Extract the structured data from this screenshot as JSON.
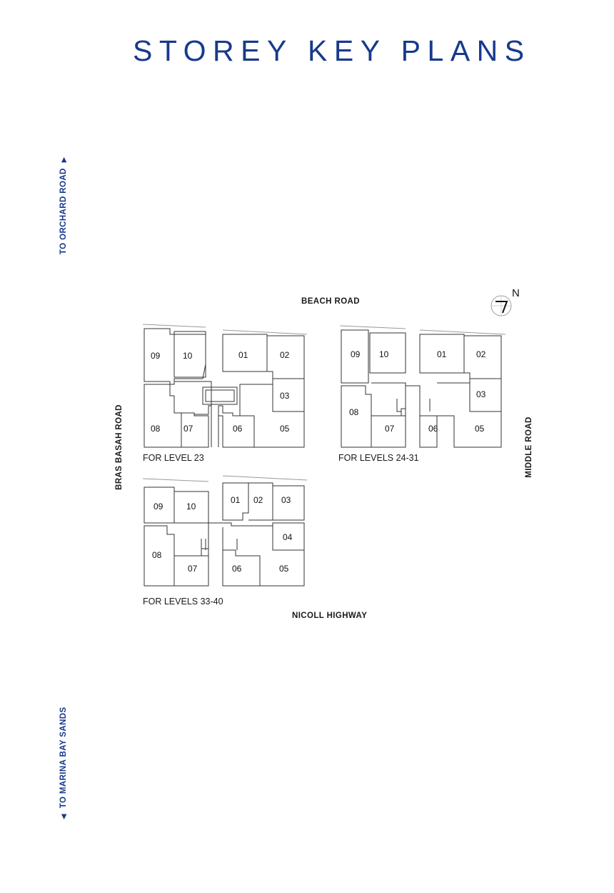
{
  "title": "STOREY KEY PLANS",
  "directions": {
    "top": "TO ORCHARD ROAD",
    "bottom": "TO MARINA BAY SANDS"
  },
  "roads": {
    "north": "BEACH ROAD",
    "south": "NICOLL HIGHWAY",
    "west": "BRAS BASAH ROAD",
    "east": "MIDDLE ROAD"
  },
  "compass": {
    "label": "N"
  },
  "plans": [
    {
      "caption": "FOR LEVEL 23",
      "units": [
        "01",
        "02",
        "03",
        "05",
        "06",
        "07",
        "08",
        "09",
        "10"
      ]
    },
    {
      "caption": "FOR LEVELS 24-31",
      "units": [
        "01",
        "02",
        "03",
        "05",
        "06",
        "07",
        "08",
        "09",
        "10"
      ]
    },
    {
      "caption": "FOR LEVELS 33-40",
      "units": [
        "01",
        "02",
        "03",
        "04",
        "05",
        "06",
        "07",
        "08",
        "09",
        "10"
      ]
    }
  ],
  "colors": {
    "accent": "#173a8c",
    "line": "#333333"
  }
}
